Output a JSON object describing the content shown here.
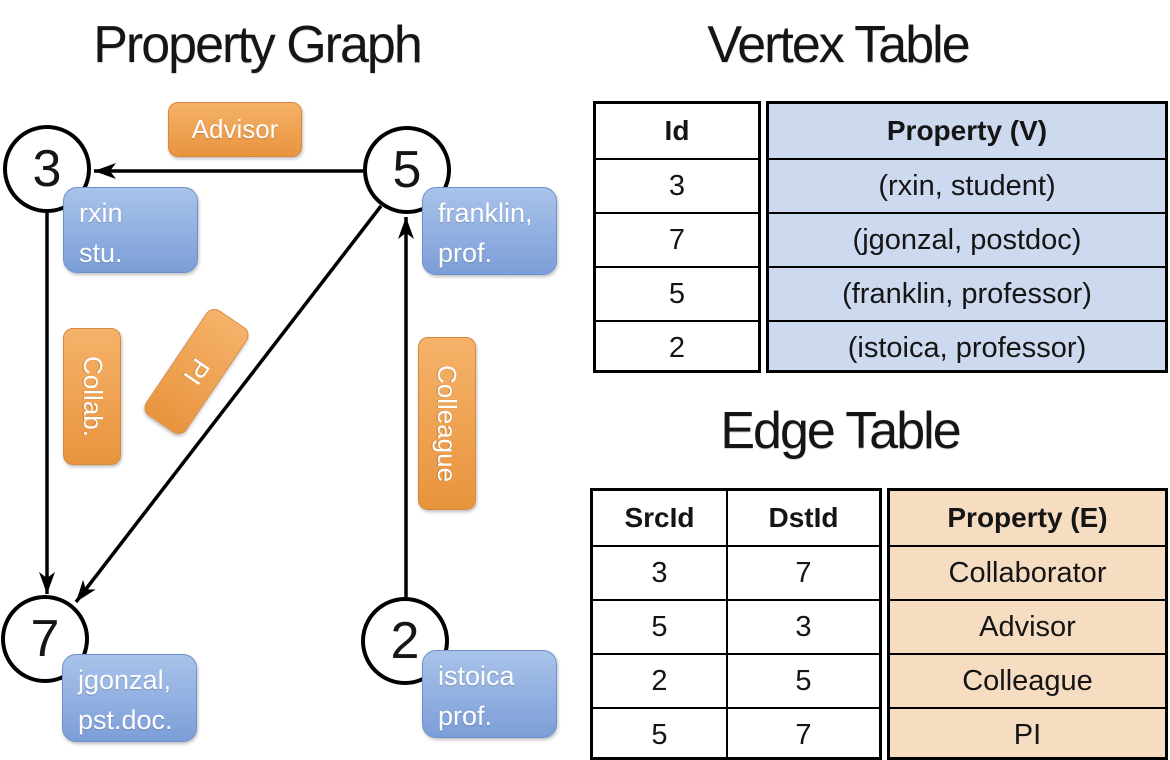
{
  "colors": {
    "orange_light": "#F5B269",
    "orange_dark": "#E8943E",
    "orange_border": "#D9873B",
    "blue_light": "#A9C3EA",
    "blue_dark": "#7C9ED8",
    "blue_border": "#6D91CC",
    "table_blue": "#CDD9EE",
    "table_orange": "#F6DCC1",
    "line_black": "#000000"
  },
  "graph": {
    "title": "Property Graph",
    "nodes": {
      "n3": "3",
      "n5": "5",
      "n7": "7",
      "n2": "2"
    },
    "vertex_labels": {
      "n3": {
        "line1": "rxin",
        "line2": "stu."
      },
      "n5": {
        "line1": "franklin,",
        "line2": "prof."
      },
      "n7": {
        "line1": "jgonzal,",
        "line2": "pst.doc."
      },
      "n2": {
        "line1": "istoica",
        "line2": "prof."
      }
    },
    "edge_labels": {
      "advisor": "Advisor",
      "collab": "Collab.",
      "pi": "PI",
      "colleague": "Colleague"
    }
  },
  "vertex_table": {
    "title": "Vertex Table",
    "columns": {
      "id": "Id",
      "property": "Property (V)"
    },
    "rows": [
      {
        "id": "3",
        "property": "(rxin, student)"
      },
      {
        "id": "7",
        "property": "(jgonzal, postdoc)"
      },
      {
        "id": "5",
        "property": "(franklin, professor)"
      },
      {
        "id": "2",
        "property": "(istoica, professor)"
      }
    ]
  },
  "edge_table": {
    "title": "Edge Table",
    "columns": {
      "src": "SrcId",
      "dst": "DstId",
      "property": "Property (E)"
    },
    "rows": [
      {
        "src": "3",
        "dst": "7",
        "property": "Collaborator"
      },
      {
        "src": "5",
        "dst": "3",
        "property": "Advisor"
      },
      {
        "src": "2",
        "dst": "5",
        "property": "Colleague"
      },
      {
        "src": "5",
        "dst": "7",
        "property": "PI"
      }
    ]
  }
}
